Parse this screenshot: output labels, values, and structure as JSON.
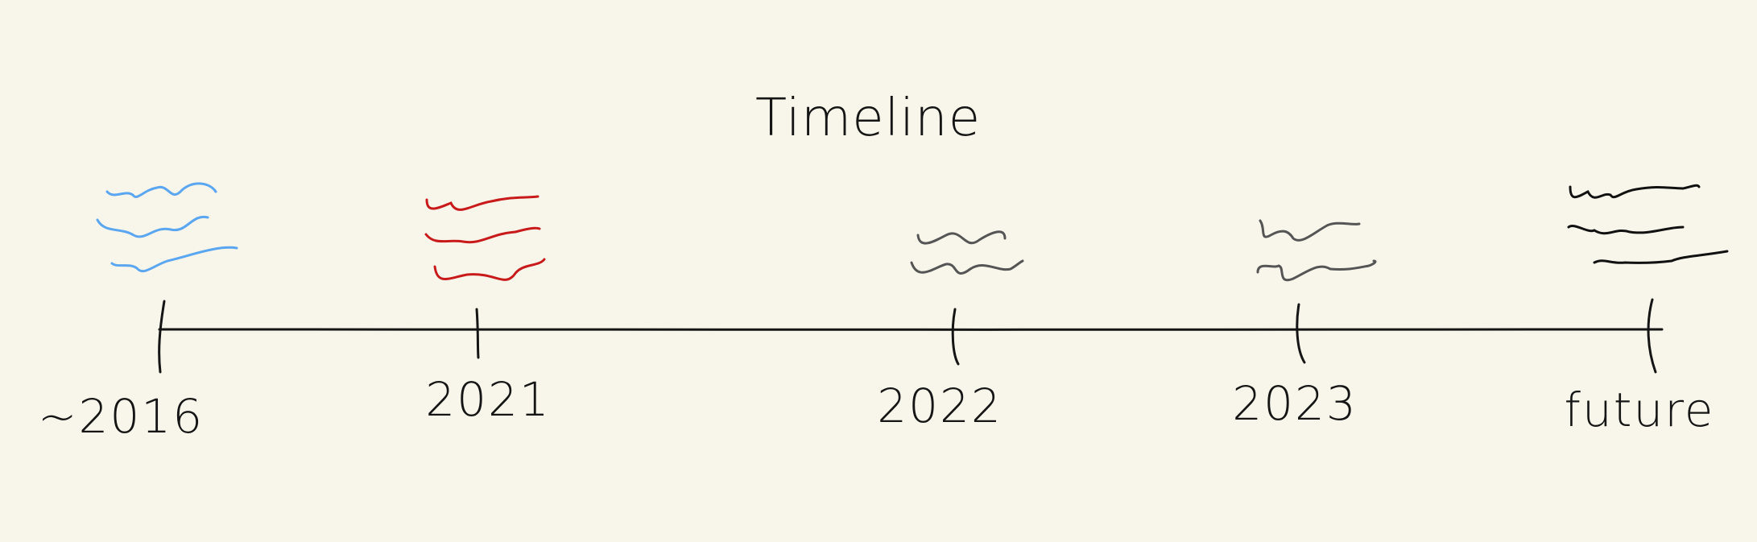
{
  "title": "Timeline",
  "colors": {
    "background": "#f8f6ea",
    "axis": "#151515",
    "blue": "#5aa6f0",
    "red": "#c81a1a",
    "gray": "#555555",
    "black": "#111111"
  },
  "milestones": [
    {
      "label": "~2016",
      "scribble_color": "#5aa6f0",
      "scribble_lines": 3
    },
    {
      "label": "2021",
      "scribble_color": "#c81a1a",
      "scribble_lines": 3
    },
    {
      "label": "2022",
      "scribble_color": "#555555",
      "scribble_lines": 2
    },
    {
      "label": "2023",
      "scribble_color": "#555555",
      "scribble_lines": 2
    },
    {
      "label": "future",
      "scribble_color": "#111111",
      "scribble_lines": 3
    }
  ]
}
